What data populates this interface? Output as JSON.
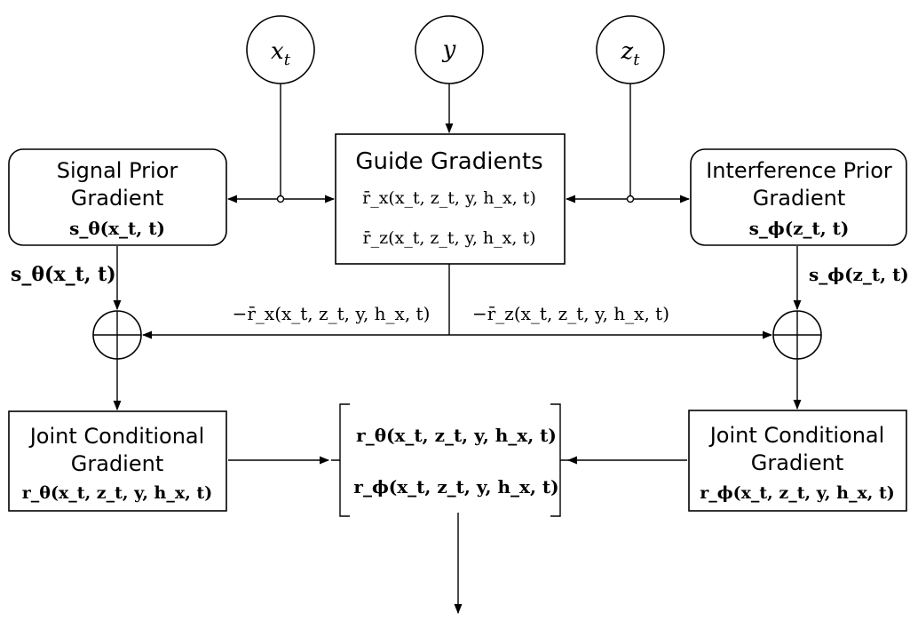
{
  "nodes": {
    "xt": "x",
    "xt_sub": "t",
    "y": "y",
    "zt": "z",
    "zt_sub": "t"
  },
  "boxes": {
    "signal_prior": {
      "line1": "Signal Prior",
      "line2": "Gradient",
      "formula": "s_θ(x_t, t)"
    },
    "guide": {
      "title": "Guide Gradients",
      "formula1": "r̄_x(x_t, z_t, y, h_x, t)",
      "formula2": "r̄_z(x_t, z_t, y, h_x, t)"
    },
    "interference_prior": {
      "line1": "Interference Prior",
      "line2": "Gradient",
      "formula": "s_ϕ(z_t, t)"
    },
    "joint_left": {
      "line1": "Joint Conditional",
      "line2": "Gradient",
      "formula": "r_θ(x_t, z_t, y, h_x, t)"
    },
    "joint_right": {
      "line1": "Joint Conditional",
      "line2": "Gradient",
      "formula": "r_ϕ(x_t, z_t, y, h_x, t)"
    }
  },
  "edge_labels": {
    "left_s": "s_θ(x_t, t)",
    "right_s": "s_ϕ(z_t, t)",
    "neg_rx": "−r̄_x(x_t, z_t, y, h_x, t)",
    "neg_rz": "−r̄_z(x_t, z_t, y, h_x, t)"
  },
  "output": {
    "r_theta": "r_θ(x_t, z_t, y, h_x, t)",
    "r_phi": "r_ϕ(x_t, z_t, y, h_x, t)"
  }
}
